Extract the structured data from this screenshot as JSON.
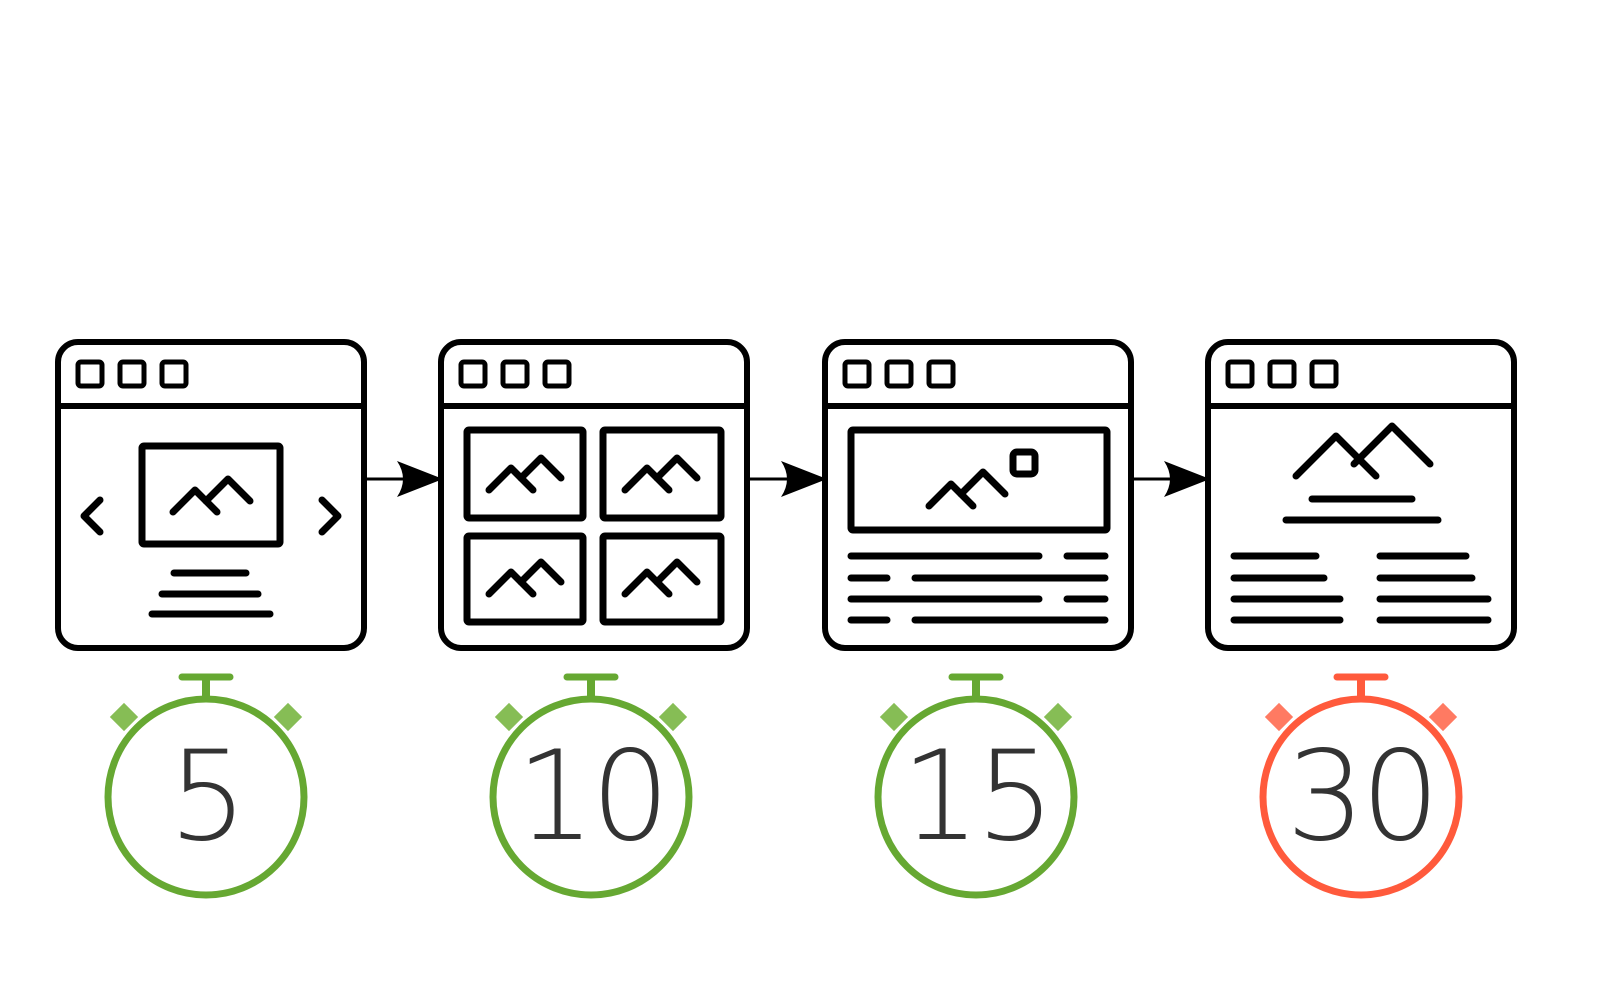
{
  "steps": [
    {
      "layout": "carousel",
      "icon": "carousel-page-icon",
      "timer": {
        "label": "5",
        "color": "#66a832",
        "accent": "#86bd55"
      }
    },
    {
      "layout": "image-grid",
      "icon": "image-grid-page-icon",
      "timer": {
        "label": "10",
        "color": "#66a832",
        "accent": "#86bd55"
      }
    },
    {
      "layout": "hero-image-with-text",
      "icon": "hero-article-page-icon",
      "timer": {
        "label": "15",
        "color": "#66a832",
        "accent": "#86bd55"
      }
    },
    {
      "layout": "two-column-article",
      "icon": "two-column-page-icon",
      "timer": {
        "label": "30",
        "color": "#ff5a3c",
        "accent": "#ff7a62"
      }
    }
  ],
  "icons": {
    "arrow": "arrow-right-icon",
    "stopwatch": "stopwatch-icon",
    "image": "image-placeholder-icon"
  },
  "colors": {
    "stroke": "#000000",
    "fast": "#66a832",
    "slow": "#ff5a3c",
    "digits": "#333333"
  }
}
